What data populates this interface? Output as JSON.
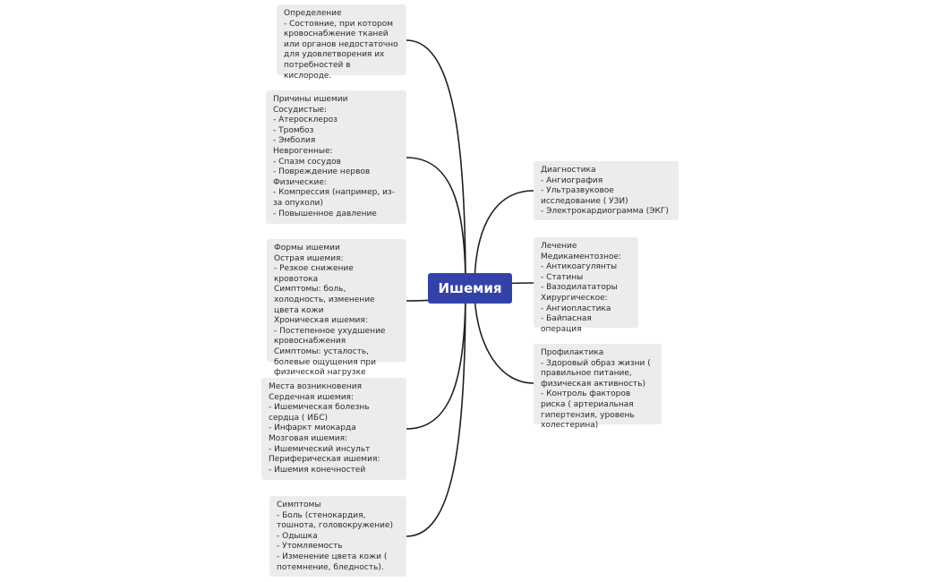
{
  "central": {
    "label": "Ишемия"
  },
  "colors": {
    "central_fill": "#3442a8",
    "node_fill": "#ececec",
    "line": "#1f1f1f"
  },
  "nodes": {
    "definition": "Определение\n- Состояние, при котором кровоснабжение тканей или органов недостаточно для удовлетворения их потребностей в кислороде.",
    "causes": "Причины ишемии\nСосудистые:\n- Атеросклероз\n- Тромбоз\n- Эмболия\nНеврогенные:\n- Спазм сосудов\n- Повреждение нервов\nФизические:\n- Компрессия (например, из-за опухоли)\n- Повышенное давление",
    "forms": "Формы ишемии\nОстрая ишемия:\n- Резкое снижение кровотока\nСимптомы: боль, холодность, изменение цвета кожи\nХроническая ишемия:\n- Постепенное ухудшение кровоснабжения\nСимптомы: усталость, болевые ощущения при физической нагрузке",
    "locations": "Места возникновения\nСердечная ишемия:\n- Ишемическая болезнь сердца ( ИБС)\n- Инфаркт миокарда\nМозговая ишемия:\n- Ишемический инсульт\nПериферическая ишемия:\n- Ишемия конечностей",
    "symptoms": "Симптомы\n- Боль (стенокардия, тошнота, головокружение)\n- Одышка\n- Утомляемость\n- Изменение цвета кожи ( потемнение, бледность).",
    "diagnostics": "Диагностика\n- Ангиография\n- Ультразвуковое исследование ( УЗИ)\n- Электрокардиограмма (ЭКГ)",
    "treatment": "Лечение\nМедикаментозное:\n- Антикоагулянты\n- Статины\n- Вазодилататоры\nХирургическое:\n- Ангиопластика\n- Байпасная операция",
    "prevention": "Профилактика\n- Здоровый образ жизни ( правильное питание, физическая активность)\n- Контроль факторов риска ( артериальная гипертензия, уровень холестерина)"
  }
}
